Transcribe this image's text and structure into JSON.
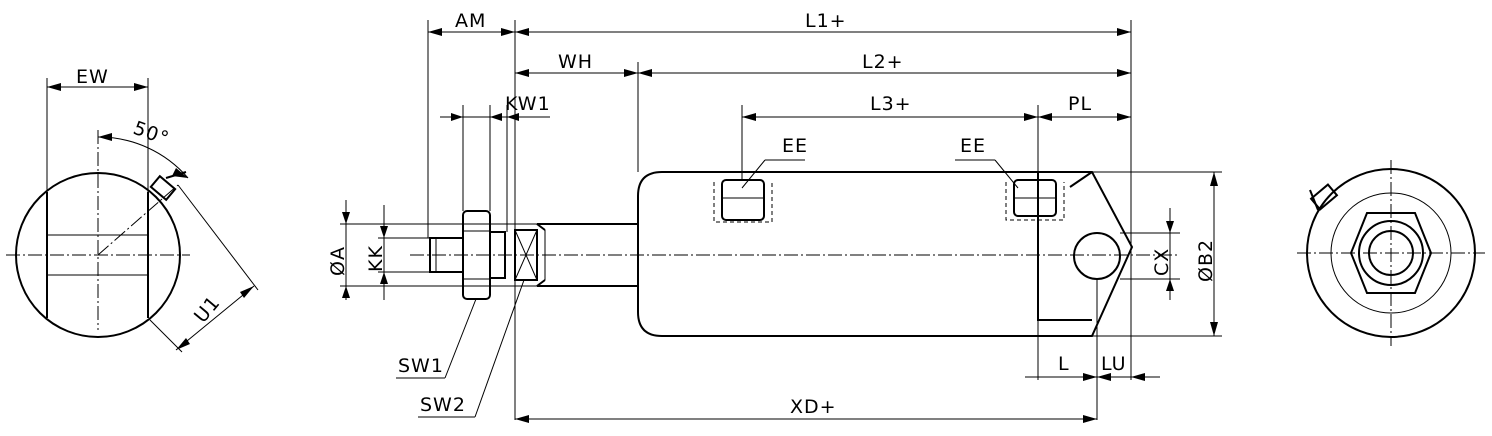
{
  "dimensions": {
    "EW": "EW",
    "angle": "50°",
    "U1": "U1",
    "AM": "AM",
    "L1": "L1+",
    "WH": "WH",
    "L2": "L2+",
    "KW1": "KW1",
    "L3": "L3+",
    "PL": "PL",
    "EE_left": "EE",
    "EE_right": "EE",
    "A": "ØA",
    "KK": "KK",
    "CX": "CX",
    "B2": "ØB2",
    "L": "L",
    "LU": "LU",
    "SW1": "SW1",
    "SW2": "SW2",
    "XD": "XD+"
  }
}
